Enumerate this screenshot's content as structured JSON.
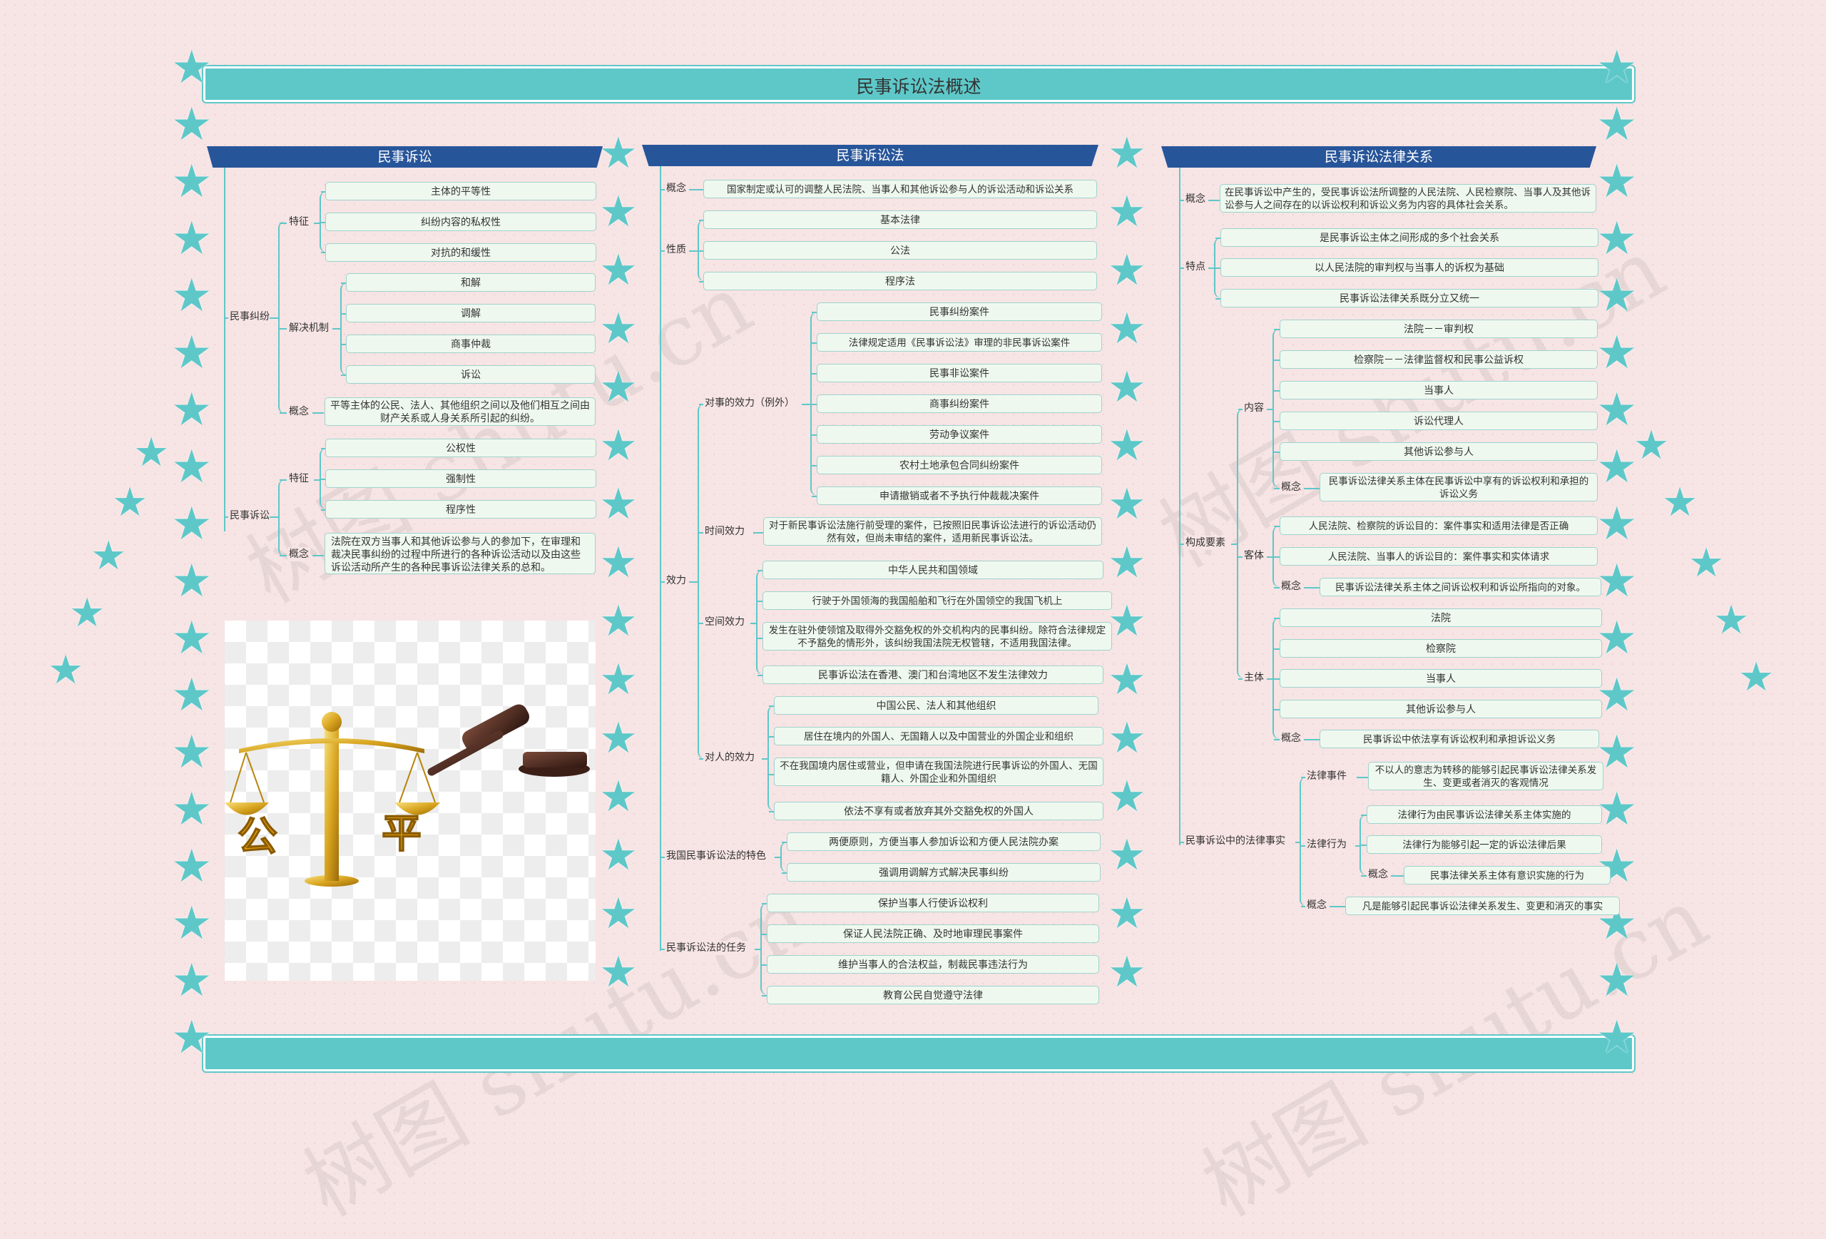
{
  "title": "民事诉讼法概述",
  "watermark": "树图 shutu.cn",
  "colors": {
    "teal": "#5ec8c9",
    "header_blue": "#27559a",
    "background": "#f7e4e4",
    "node_fill": "#eff8ef"
  },
  "image_alt": "justice-scale-and-gavel",
  "image_text": [
    "公",
    "平"
  ],
  "col1": {
    "header": "民事诉讼",
    "dispute": {
      "label": "民事纠纷",
      "feature_label": "特征",
      "features": [
        "主体的平等性",
        "纠纷内容的私权性",
        "对抗的和缓性"
      ],
      "mechanism_label": "解决机制",
      "mechanisms": [
        "和解",
        "调解",
        "商事仲裁",
        "诉讼"
      ],
      "concept_label": "概念",
      "concept": "平等主体的公民、法人、其他组织之间以及他们相互之间由财产关系或人身关系所引起的纠纷。"
    },
    "litigation": {
      "label": "民事诉讼",
      "feature_label": "特征",
      "features": [
        "公权性",
        "强制性",
        "程序性"
      ],
      "concept_label": "概念",
      "concept": "法院在双方当事人和其他诉讼参与人的参加下，在审理和裁决民事纠纷的过程中所进行的各种诉讼活动以及由这些诉讼活动所产生的各种民事诉讼法律关系的总和。"
    }
  },
  "col2": {
    "header": "民事诉讼法",
    "concept_label": "概念",
    "concept": "国家制定或认可的调整人民法院、当事人和其他诉讼参与人的诉讼活动和诉讼关系",
    "nature_label": "性质",
    "nature": [
      "基本法律",
      "公法",
      "程序法"
    ],
    "effect_label": "效力",
    "matter_label": "对事的效力（例外）",
    "matter": [
      "民事纠纷案件",
      "法律规定适用《民事诉讼法》审理的非民事诉讼案件",
      "民事非讼案件",
      "商事纠纷案件",
      "劳动争议案件",
      "农村土地承包合同纠纷案件",
      "申请撤销或者不予执行仲裁裁决案件"
    ],
    "time_label": "时间效力",
    "time": "对于新民事诉讼法施行前受理的案件，已按照旧民事诉讼法进行的诉讼活动仍然有效，但尚未审结的案件，适用新民事诉讼法。",
    "space_label": "空间效力",
    "space": [
      "中华人民共和国领域",
      "行驶于外国领海的我国船舶和飞行在外国领空的我国飞机上",
      "发生在驻外使领馆及取得外交豁免权的外交机构内的民事纠纷。除符合法律规定不予豁免的情形外，该纠纷我国法院无权管辖，不适用我国法律。",
      "民事诉讼法在香港、澳门和台湾地区不发生法律效力"
    ],
    "person_label": "对人的效力",
    "person": [
      "中国公民、法人和其他组织",
      "居住在境内的外国人、无国籍人以及中国营业的外国企业和组织",
      "不在我国境内居住或营业，但申请在我国法院进行民事诉讼的外国人、无国籍人、外国企业和外国组织",
      "依法不享有或者放弃其外交豁免权的外国人"
    ],
    "feature_label": "我国民事诉讼法的特色",
    "features": [
      "两便原则，方便当事人参加诉讼和方便人民法院办案",
      "强调用调解方式解决民事纠纷"
    ],
    "task_label": "民事诉讼法的任务",
    "tasks": [
      "保护当事人行使诉讼权利",
      "保证人民法院正确、及时地审理民事案件",
      "维护当事人的合法权益，制裁民事违法行为",
      "教育公民自觉遵守法律"
    ]
  },
  "col3": {
    "header": "民事诉讼法律关系",
    "concept_label": "概念",
    "concept": "在民事诉讼中产生的，受民事诉讼法所调整的人民法院、人民检察院、当事人及其他诉讼参与人之间存在的以诉讼权利和诉讼义务为内容的具体社会关系。",
    "trait_label": "特点",
    "traits": [
      "是民事诉讼主体之间形成的多个社会关系",
      "以人民法院的审判权与当事人的诉权为基础",
      "民事诉讼法律关系既分立又统一"
    ],
    "elements_label": "构成要素",
    "content_label": "内容",
    "content": [
      "法院－－审判权",
      "检察院－－法律监督权和民事公益诉权",
      "当事人",
      "诉讼代理人",
      "其他诉讼参与人"
    ],
    "content_concept_label": "概念",
    "content_concept": "民事诉讼法律关系主体在民事诉讼中享有的诉讼权利和承担的诉讼义务",
    "object_label": "客体",
    "objects": [
      "人民法院、检察院的诉讼目的：案件事实和适用法律是否正确",
      "人民法院、当事人的诉讼目的：案件事实和实体请求"
    ],
    "object_concept_label": "概念",
    "object_concept": "民事诉讼法律关系主体之间诉讼权利和诉讼所指向的对象。",
    "subject_label": "主体",
    "subjects": [
      "法院",
      "检察院",
      "当事人",
      "其他诉讼参与人"
    ],
    "subject_concept_label": "概念",
    "subject_concept": "民事诉讼中依法享有诉讼权利和承担诉讼义务",
    "fact_label": "民事诉讼中的法律事实",
    "event_label": "法律事件",
    "event": "不以人的意志为转移的能够引起民事诉讼法律关系发生、变更或者消灭的客观情况",
    "act_label": "法律行为",
    "acts": [
      "法律行为由民事诉讼法律关系主体实施的",
      "法律行为能够引起一定的诉讼法律后果"
    ],
    "act_concept_label": "概念",
    "act_concept": "民事法律关系主体有意识实施的行为",
    "fact_concept_label": "概念",
    "fact_concept": "凡是能够引起民事诉讼法律关系发生、变更和消灭的事实"
  }
}
